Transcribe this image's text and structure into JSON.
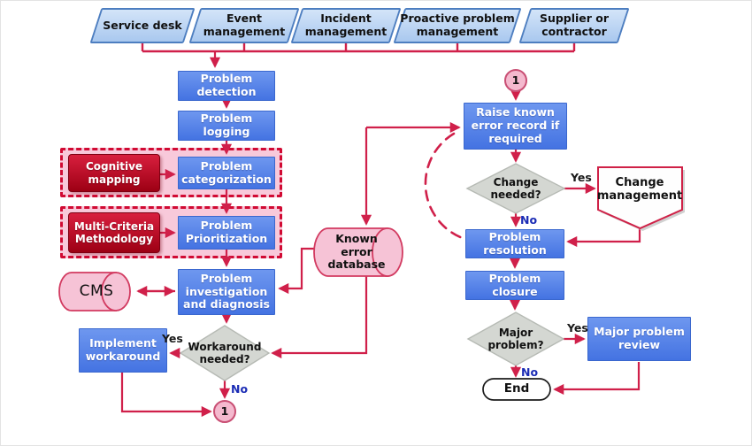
{
  "title": "Problem management process flowchart",
  "colors": {
    "connector": "#d0204a",
    "process_fill": "#5583e8",
    "process_border": "#3a67ce",
    "input_fill": "#b9d3f1",
    "input_border": "#4d7ec0",
    "method_fill": "#bf0f26",
    "method_container_fill": "#f8c9da",
    "method_container_border": "#d10a33",
    "decision_fill": "#d4d7d2",
    "datastore_fill": "#f6c3d6",
    "datastore_border": "#d23a60",
    "yes_label": "#1a1a1a",
    "no_label": "#1b2cb5"
  },
  "nodes": {
    "service_desk": "Service desk",
    "event_management": "Event management",
    "incident_management": "Incident management",
    "proactive_problem_management": "Proactive problem management",
    "supplier_or_contractor": "Supplier or contractor",
    "problem_detection": "Problem detection",
    "problem_logging": "Problem logging",
    "cognitive_mapping": "Cognitive mapping",
    "problem_categorization": "Problem categorization",
    "multi_criteria_methodology": "Multi-Criteria Methodology",
    "problem_prioritization": "Problem Prioritization",
    "cms": "CMS",
    "problem_investigation": "Problem investigation and diagnosis",
    "known_error_database": "Known error database",
    "implement_workaround": "Implement workaround",
    "workaround_needed": "Workaround needed?",
    "raise_known_error": "Raise known error record if required",
    "change_needed": "Change needed?",
    "change_management": "Change management",
    "problem_resolution": "Problem resolution",
    "problem_closure": "Problem closure",
    "major_problem": "Major problem?",
    "major_problem_review": "Major problem review",
    "end": "End",
    "connector_1": "1"
  },
  "edge_labels": {
    "yes": "Yes",
    "no": "No"
  }
}
